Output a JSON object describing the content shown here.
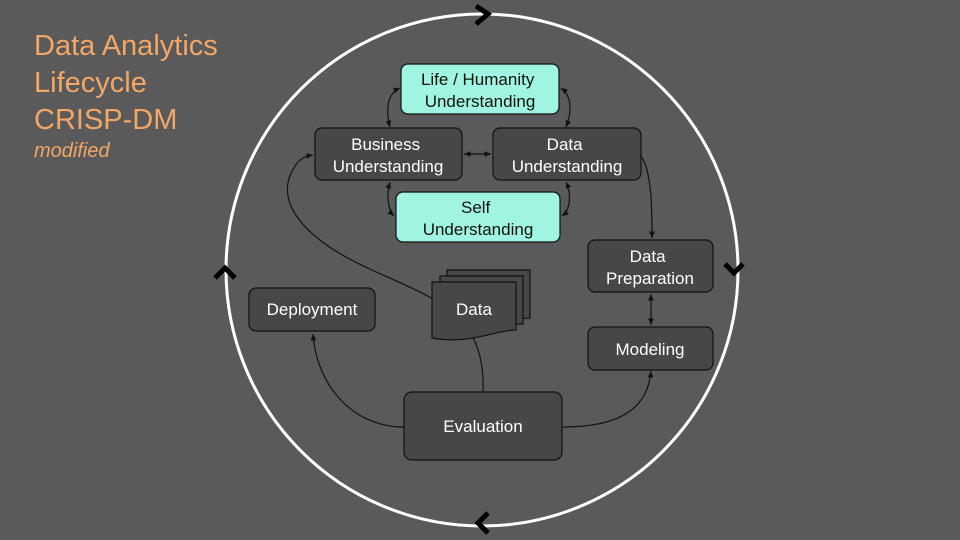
{
  "title": {
    "line1": "Data Analytics",
    "line2": "Lifecycle",
    "line3": "CRISP-DM",
    "subtitle": "modified"
  },
  "nodes": {
    "life": [
      "Life / Humanity",
      "Understanding"
    ],
    "business": [
      "Business",
      "Understanding"
    ],
    "data_understanding": [
      "Data",
      "Understanding"
    ],
    "self": [
      "Self",
      "Understanding"
    ],
    "data_preparation": [
      "Data",
      "Preparation"
    ],
    "modeling": [
      "Modeling"
    ],
    "deployment": [
      "Deployment"
    ],
    "data": [
      "Data"
    ],
    "evaluation": [
      "Evaluation"
    ]
  },
  "colors": {
    "background": "#5a5a5a",
    "title": "#f2a766",
    "box_fill": "#474747",
    "highlight_fill": "#9ff5e2",
    "text_light": "#ffffff",
    "text_dark": "#111111"
  }
}
